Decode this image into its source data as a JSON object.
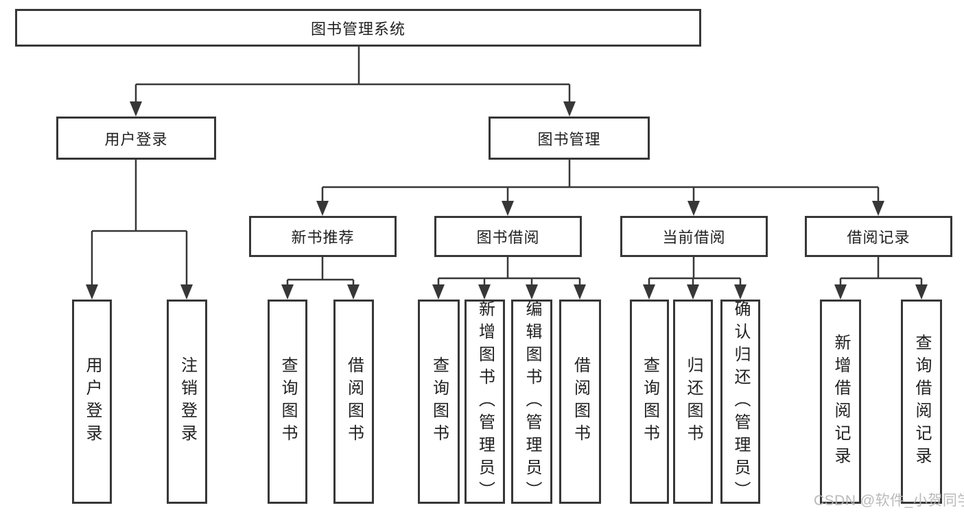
{
  "colors": {
    "line": "#373737",
    "box_border": "#373737",
    "text": "#212121",
    "background": "#ffffff",
    "watermark_text": "#b4b4b4"
  },
  "nodes": {
    "root": "图书管理系统",
    "user_login": "用户登录",
    "book_management": "图书管理",
    "new_book_recommendation": "新书推荐",
    "book_borrowing": "图书借阅",
    "current_borrowing": "当前借阅",
    "borrowing_records": "借阅记录",
    "leaf_user_login": "用户登录",
    "leaf_logout": "注销登录",
    "leaf_recommend_query_books": "查询图书",
    "leaf_recommend_borrow_books": "借阅图书",
    "leaf_borrowing_query_books": "查询图书",
    "leaf_borrowing_add_books": "新增图书（管理员）",
    "leaf_borrowing_edit_books": "编辑图书（管理员）",
    "leaf_borrowing_borrow_books": "借阅图书",
    "leaf_current_query_books": "查询图书",
    "leaf_current_return_books": "归还图书",
    "leaf_current_confirm_return": "确认归还（管理员）",
    "leaf_records_add_record": "新增借阅记录",
    "leaf_records_query_record": "查询借阅记录"
  },
  "watermark": {
    "text": "CSDN @软件_小贺同学"
  }
}
